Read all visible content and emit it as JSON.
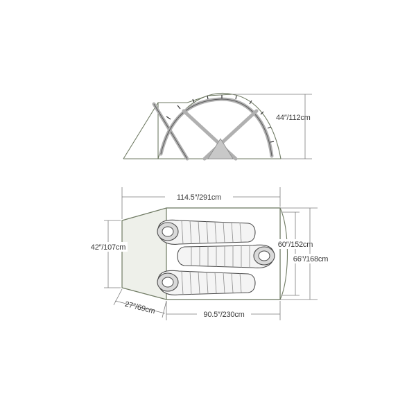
{
  "dimensions": {
    "height": "44″/112cm",
    "total_length": "114.5″/291cm",
    "front_width": "42″/107cm",
    "back_inner_width": "60″/152cm",
    "back_outer_width": "66″/168cm",
    "vestibule_depth": "27″/69cm",
    "floor_length": "90.5″/230cm"
  },
  "colors": {
    "outline": "#6f7a63",
    "pole": "#b0b0b0",
    "dimension_line": "#7a7a7a",
    "text": "#3a3a3a"
  }
}
